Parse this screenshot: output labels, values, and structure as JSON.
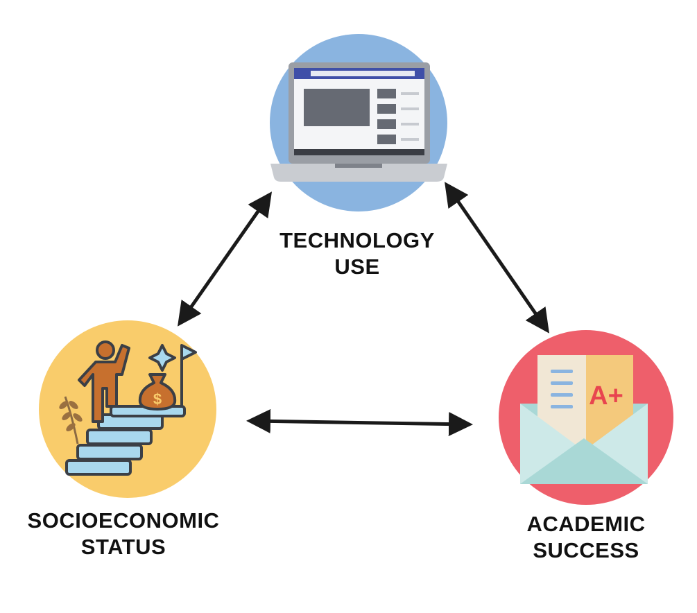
{
  "nodes": {
    "technology": {
      "label_line1": "TECHNOLOGY",
      "label_line2": "USE",
      "icon": "laptop-icon",
      "circle_color": "#8AB4E0"
    },
    "socioeconomic": {
      "label_line1": "SOCIOECONOMIC",
      "label_line2": "STATUS",
      "icon": "stairs-success-icon",
      "circle_color": "#F9CC6B"
    },
    "academic": {
      "label_line1": "ACADEMIC",
      "label_line2": "SUCCESS",
      "icon": "graded-letter-icon",
      "circle_color": "#EE5F6B",
      "grade_text": "A+"
    }
  },
  "edges": [
    {
      "from": "socioeconomic",
      "to": "technology",
      "direction": "both"
    },
    {
      "from": "technology",
      "to": "academic",
      "direction": "both"
    },
    {
      "from": "socioeconomic",
      "to": "academic",
      "direction": "both"
    }
  ],
  "colors": {
    "arrow": "#1a1a1a",
    "text": "#111111"
  }
}
